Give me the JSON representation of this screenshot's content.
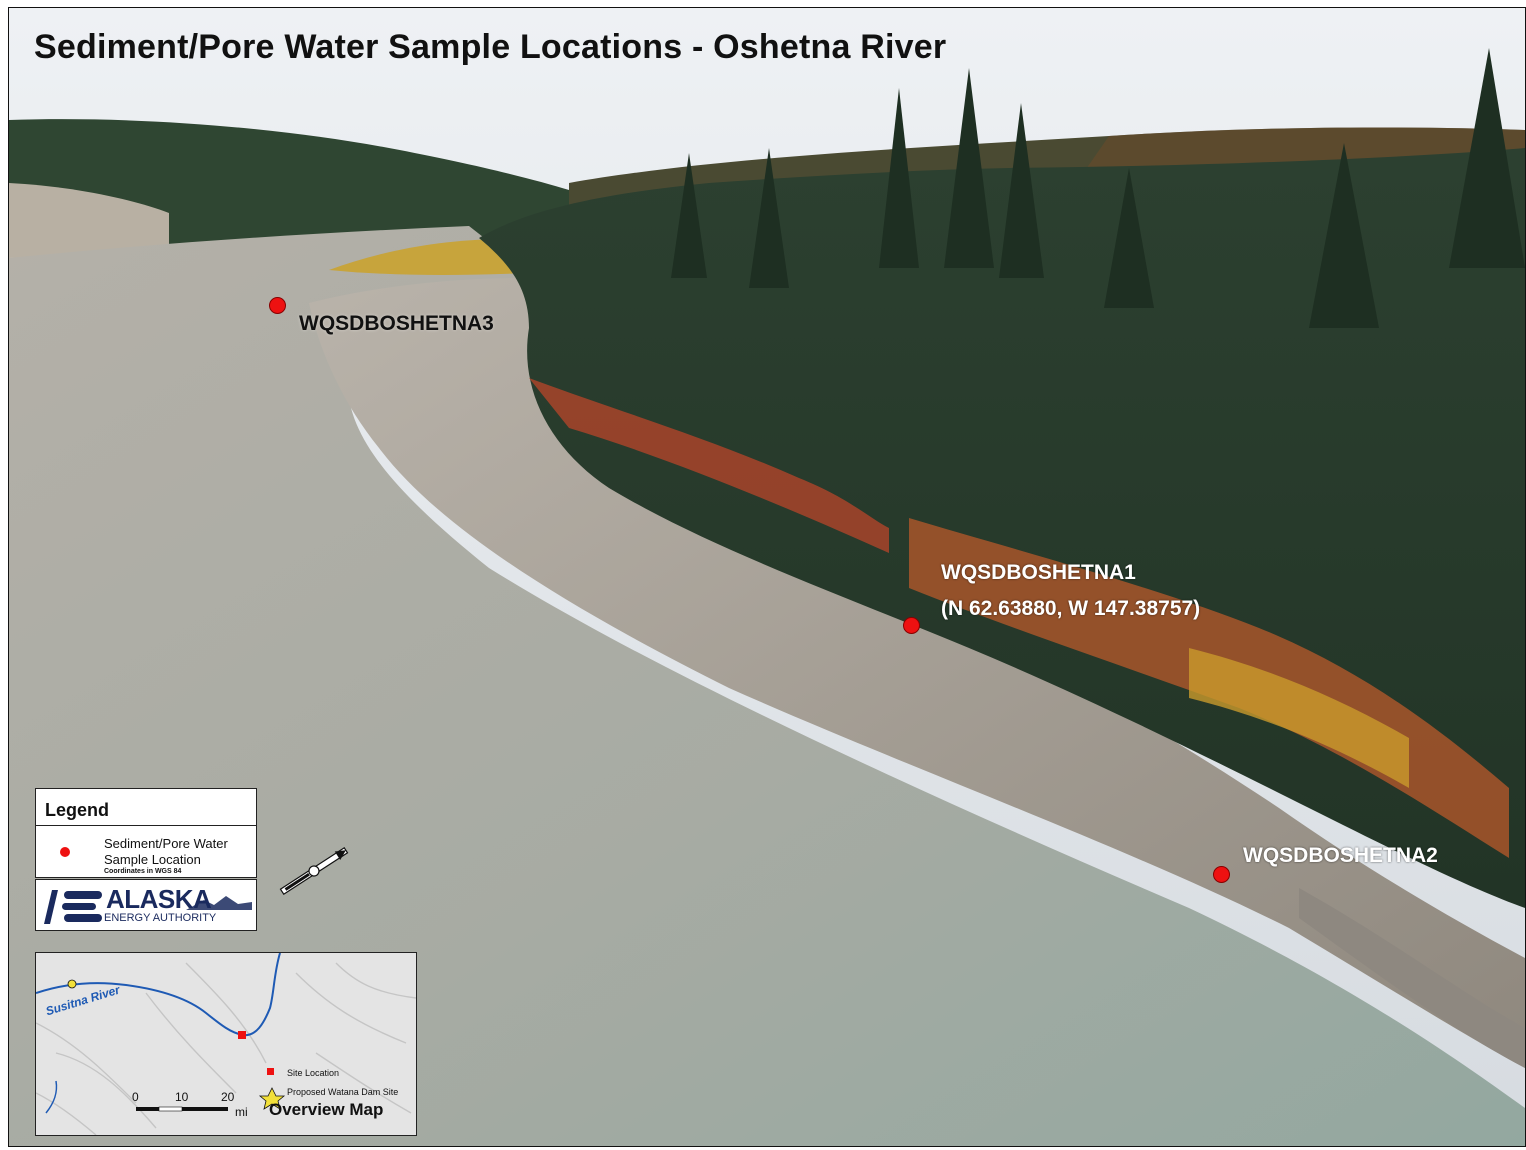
{
  "title": "Sediment/Pore Water Sample Locations - Oshetna River",
  "sites": [
    {
      "id": "na3",
      "label": "WQSDBOSHETNA3"
    },
    {
      "id": "na1",
      "label": "WQSDBOSHETNA1",
      "coords": "(N 62.63880, W 147.38757)"
    },
    {
      "id": "na2",
      "label": "WQSDBOSHETNA2"
    }
  ],
  "legend": {
    "title": "Legend",
    "item_label": "Sediment/Pore Water Sample Location",
    "note": "Coordinates in WGS 84",
    "marker_color": "#ee1111"
  },
  "logo": {
    "name": "ALASKA",
    "subtitle": "ENERGY AUTHORITY"
  },
  "overview_map": {
    "title": "Overview Map",
    "river_label": "Susitna River",
    "legend_site": "Site Location",
    "legend_dam": "Proposed Watana Dam Site",
    "scale_ticks": [
      "0",
      "10",
      "20"
    ],
    "scale_unit": "mi"
  },
  "colors": {
    "marker": "#ee1111",
    "river_line": "#1e5ab4",
    "logo": "#1a2a5e"
  }
}
